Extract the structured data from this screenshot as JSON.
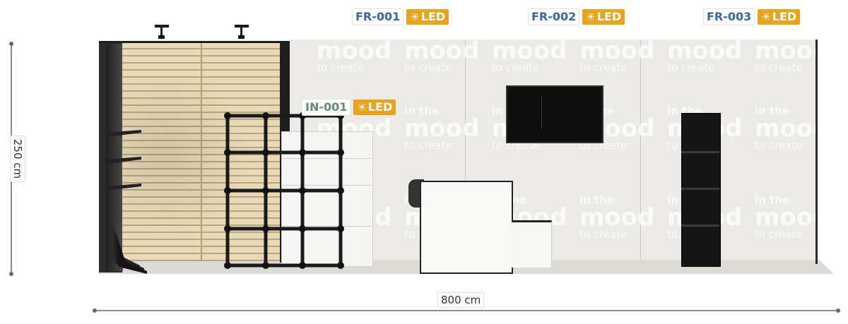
{
  "dimensions": {
    "height_label": "250 cm",
    "width_label": "800 cm"
  },
  "labels": [
    {
      "code": "FR-001",
      "led": "LED"
    },
    {
      "code": "FR-002",
      "led": "LED"
    },
    {
      "code": "FR-003",
      "led": "LED"
    },
    {
      "code": "IN-001",
      "led": "LED"
    }
  ],
  "watermark": {
    "line1": "in the",
    "line2": "mood",
    "line3": "to create"
  },
  "colors": {
    "fr_code": "#3a66a8",
    "in_code": "#5f8f70",
    "led_badge": "#e8a21b",
    "wall": "#ebeae6",
    "wood": "#e3d1ad",
    "frame": "#1a1a1a"
  },
  "icons": {
    "led": "sun-icon"
  }
}
